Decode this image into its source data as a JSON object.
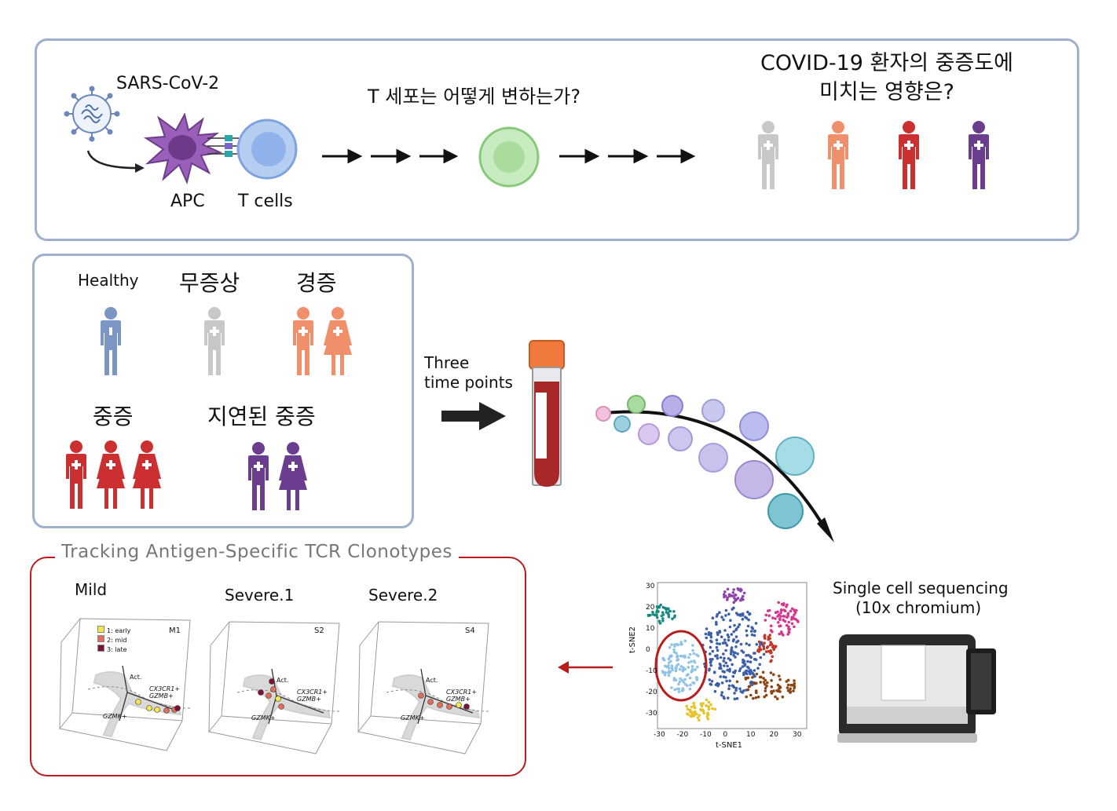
{
  "top": {
    "virus_label": "SARS-CoV-2",
    "apc_label": "APC",
    "tcell_label": "T cells",
    "question_1": "T 세포는 어떻게 변하는가?",
    "question_2_line1": "COVID-19 환자의 중증도에",
    "question_2_line2": "미치는 영향은?"
  },
  "cohort": {
    "healthy": "Healthy",
    "asymptomatic": "무증상",
    "mild": "경증",
    "severe": "중증",
    "delayed_severe": "지연된 중증"
  },
  "sampling": {
    "line1": "Three",
    "line2": "time points"
  },
  "sequencing": {
    "line1": "Single cell sequencing",
    "line2": "(10x chromium)"
  },
  "tsne": {
    "xlabel": "t-SNE1",
    "ylabel": "t-SNE2",
    "x_ticks": [
      "-30",
      "-20",
      "-10",
      "0",
      "10",
      "20",
      "30"
    ],
    "y_ticks": [
      "30",
      "20",
      "10",
      "0",
      "-10",
      "-20",
      "-30"
    ]
  },
  "tracking": {
    "title": "Tracking Antigen-Specific TCR Clonotypes",
    "panels": [
      {
        "title": "Mild",
        "tag": "M1"
      },
      {
        "title": "Severe.1",
        "tag": "S2"
      },
      {
        "title": "Severe.2",
        "tag": "S4"
      }
    ],
    "legend": [
      "1: early",
      "2: mid",
      "3: late"
    ],
    "label_act": "Act.",
    "label_cx3cr1": "CX3CR1+",
    "label_gzmb": "GZMB+",
    "label_gzmk": "GZMK+"
  },
  "colors": {
    "panel_border": "#9fb0cc",
    "tracking_border": "#b81c1c",
    "healthy": "#7b95c4",
    "asymptomatic": "#c8c8c8",
    "mild": "#f0906a",
    "severe": "#cc2f2f",
    "delayed_severe": "#6a3d8f"
  }
}
